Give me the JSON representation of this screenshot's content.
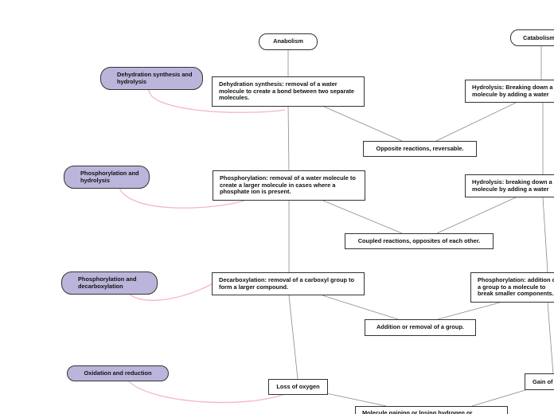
{
  "nodes": {
    "anabolism": "Anabolism",
    "catabolism": "Catabolism",
    "dehydration": "Dehydration synthesis: removal of a water molecule to create a bond between two separate molecules.",
    "hydrolysis1": "Hydrolysis: Breaking down a molecule by adding a water",
    "opposite": "Opposite reactions, reversable.",
    "phosphorylation_a": "Phosphorylation: removal of a water molecule to create a larger molecule in cases where a phosphate ion is present.",
    "hydrolysis2": "Hydrolysis: breaking down a molecule by adding a water",
    "coupled": "Coupled reactions, opposites of each other.",
    "decarboxylation": "Decarboxylation: removal of a carboxyl group to form a larger compound.",
    "phosphorylation_c": "Phosphorylation: addition of a group to a molecule to break smaller components.",
    "addition": "Addition or removal of a group.",
    "loss_oxygen": "Loss of oxygen",
    "gain": "Gain of",
    "molecule_gaining": "Molecule gaining or losing hydrogen or"
  },
  "labels": {
    "dehydration_hydrolysis": "Dehydration synthesis and hydrolysis",
    "phos_hydrolysis": "Phosphorylation and hydrolysis",
    "phos_decarbox": "Phosphorylation and decarboxylation",
    "ox_red": "Oxidation and reduction"
  },
  "colors": {
    "label_fill": "#bbb5db",
    "relation_line": "#f7b3cf",
    "link_line": "#8a8a8a"
  }
}
